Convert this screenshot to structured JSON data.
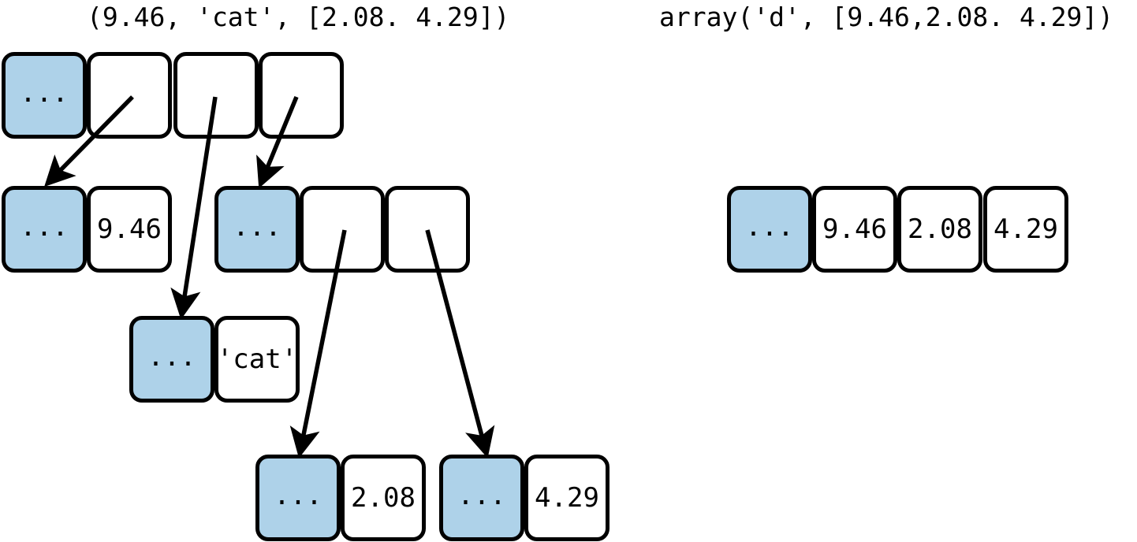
{
  "captions": {
    "tuple": "(9.46, 'cat', [2.08. 4.29])",
    "array": "array('d', [9.46,2.08. 4.29])"
  },
  "colors": {
    "reference_cell": "#aed2e9",
    "plain_cell": "#ffffff",
    "outline": "#000000",
    "background": "#ffffff",
    "arrow": "#000000"
  },
  "ellipsis": "...",
  "tuple_diagram": {
    "rows": [
      {
        "name": "tuple-container-row",
        "cells": [
          {
            "text": "...",
            "kind": "ref"
          },
          {
            "text": "",
            "kind": "plain"
          },
          {
            "text": "",
            "kind": "plain"
          },
          {
            "text": "",
            "kind": "plain"
          }
        ]
      },
      {
        "name": "float-9-46-row",
        "cells": [
          {
            "text": "...",
            "kind": "ref"
          },
          {
            "text": "9.46",
            "kind": "plain"
          }
        ]
      },
      {
        "name": "inner-array-row",
        "cells": [
          {
            "text": "...",
            "kind": "ref"
          },
          {
            "text": "",
            "kind": "plain"
          },
          {
            "text": "",
            "kind": "plain"
          }
        ]
      },
      {
        "name": "str-cat-row",
        "cells": [
          {
            "text": "...",
            "kind": "ref"
          },
          {
            "text": "'cat'",
            "kind": "plain"
          }
        ]
      },
      {
        "name": "float-2-08-row",
        "cells": [
          {
            "text": "...",
            "kind": "ref"
          },
          {
            "text": "2.08",
            "kind": "plain"
          }
        ]
      },
      {
        "name": "float-4-29-row",
        "cells": [
          {
            "text": "...",
            "kind": "ref"
          },
          {
            "text": "4.29",
            "kind": "plain"
          }
        ]
      }
    ]
  },
  "array_diagram": {
    "rows": [
      {
        "name": "array-row",
        "cells": [
          {
            "text": "...",
            "kind": "ref"
          },
          {
            "text": "9.46",
            "kind": "plain"
          },
          {
            "text": "2.08",
            "kind": "plain"
          },
          {
            "text": "4.29",
            "kind": "plain"
          }
        ]
      }
    ]
  }
}
